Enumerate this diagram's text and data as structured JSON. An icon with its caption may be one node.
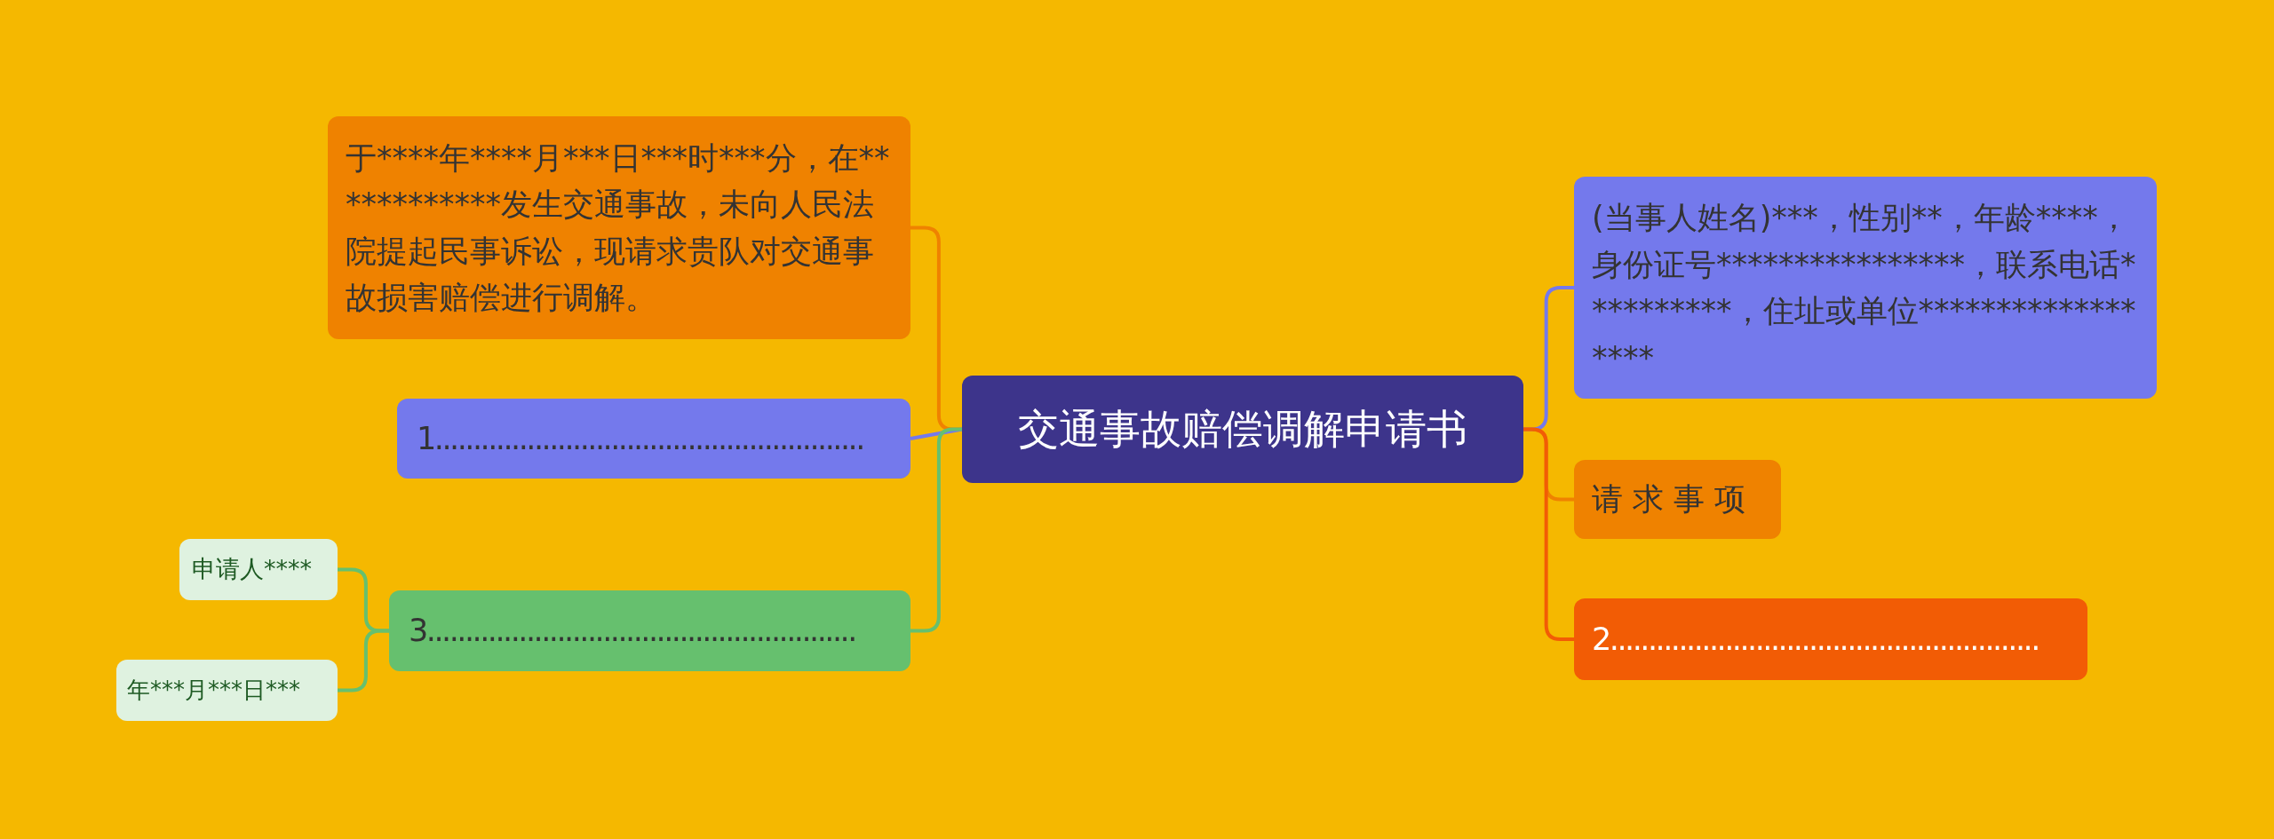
{
  "diagram": {
    "nodes": [
      {
        "text": [
          "交通事故赔偿调解申请书"
        ]
      },
      {
        "text": [
          "于****年****月***日***时***分，在************发生交通事故，未向人民法院提起民事诉讼，现请求贵队对交通事故损害赔偿进行调解。"
        ]
      },
      {
        "text": [
          "1........................................................"
        ]
      },
      {
        "text": [
          "3........................................................"
        ]
      },
      {
        "text": [
          "申请人****"
        ]
      },
      {
        "text": [
          "年***月***日***"
        ]
      },
      {
        "text": [
          "(当事人姓名)***，性别**，年龄****，身份证号****************，联系电话**********，住址或单位******************"
        ]
      },
      {
        "text": [
          "请 求 事 项"
        ]
      },
      {
        "text": [
          "2........................................................"
        ]
      }
    ],
    "edges": [
      {
        "from": 0,
        "to": 1,
        "arrow": "none",
        "color": "#ef8200"
      },
      {
        "from": 0,
        "to": 2,
        "arrow": "none",
        "color": "#7479ec"
      },
      {
        "from": 0,
        "to": 3,
        "arrow": "none",
        "color": "#66c06e"
      },
      {
        "from": 3,
        "to": 4,
        "arrow": "none",
        "color": "#66c06e"
      },
      {
        "from": 3,
        "to": 5,
        "arrow": "none",
        "color": "#66c06e"
      },
      {
        "from": 0,
        "to": 6,
        "arrow": "none",
        "color": "#7479ec"
      },
      {
        "from": 0,
        "to": 7,
        "arrow": "none",
        "color": "#ef8200"
      },
      {
        "from": 0,
        "to": 8,
        "arrow": "none",
        "color": "#f25c05"
      }
    ]
  }
}
